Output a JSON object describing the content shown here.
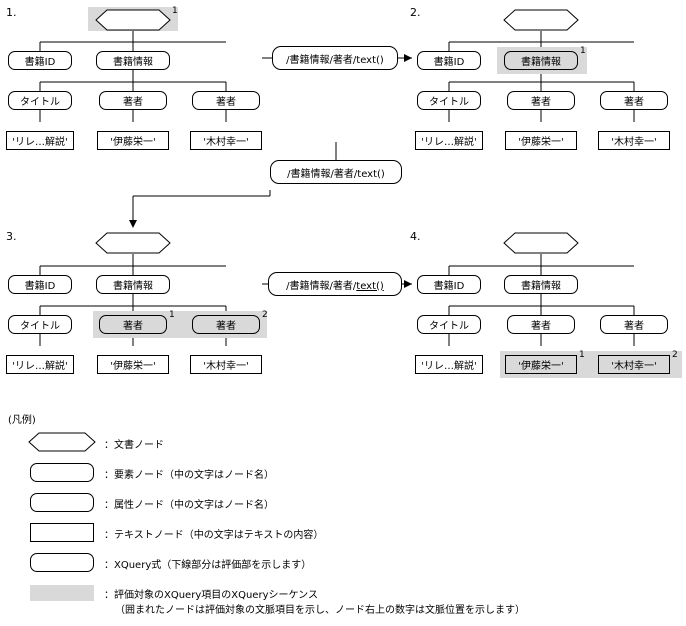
{
  "steps": [
    {
      "num": "1."
    },
    {
      "num": "2."
    },
    {
      "num": "3."
    },
    {
      "num": "4."
    }
  ],
  "nodes": {
    "book_id": "書籍ID",
    "book_info": "書籍情報",
    "title": "タイトル",
    "author": "著者",
    "text_title": "'リレ…解説'",
    "text_author1": "'伊藤栄一'",
    "text_author2": "'木村幸一'"
  },
  "supers": {
    "one": "1",
    "two": "2"
  },
  "expressions": {
    "e1_pre": "/",
    "e1_a": "書籍情報",
    "e1_sep": "/",
    "e1_b": "著者",
    "e1_c": "/text()",
    "e1_full": "/書籍情報/著者/text()",
    "e2_full": "/書籍情報/著者/text()",
    "e3_full": "/書籍情報/著者/text()"
  },
  "legend": {
    "title": "(凡例)",
    "rows": [
      {
        "shape": "hexagon",
        "text": "：文書ノード"
      },
      {
        "shape": "rounded",
        "text": "：要素ノード（中の文字はノード名）"
      },
      {
        "shape": "rounded",
        "text": "：属性ノード（中の文字はノード名）"
      },
      {
        "shape": "square",
        "text": "：テキストノード（中の文字はテキストの内容）"
      },
      {
        "shape": "rounded",
        "text": "：XQuery式（下線部分は評価部を示します）"
      },
      {
        "shape": "gray",
        "text": "：評価対象のXQuery項目のXQueryシーケンス"
      },
      {
        "shape": "none",
        "text": "（囲まれたノードは評価対象の文脈項目を示し、ノード右上の数字は文脈位置を示します）"
      }
    ]
  },
  "colors": {
    "highlight": "#d9d9d9",
    "stroke": "#000000",
    "background": "#ffffff"
  }
}
